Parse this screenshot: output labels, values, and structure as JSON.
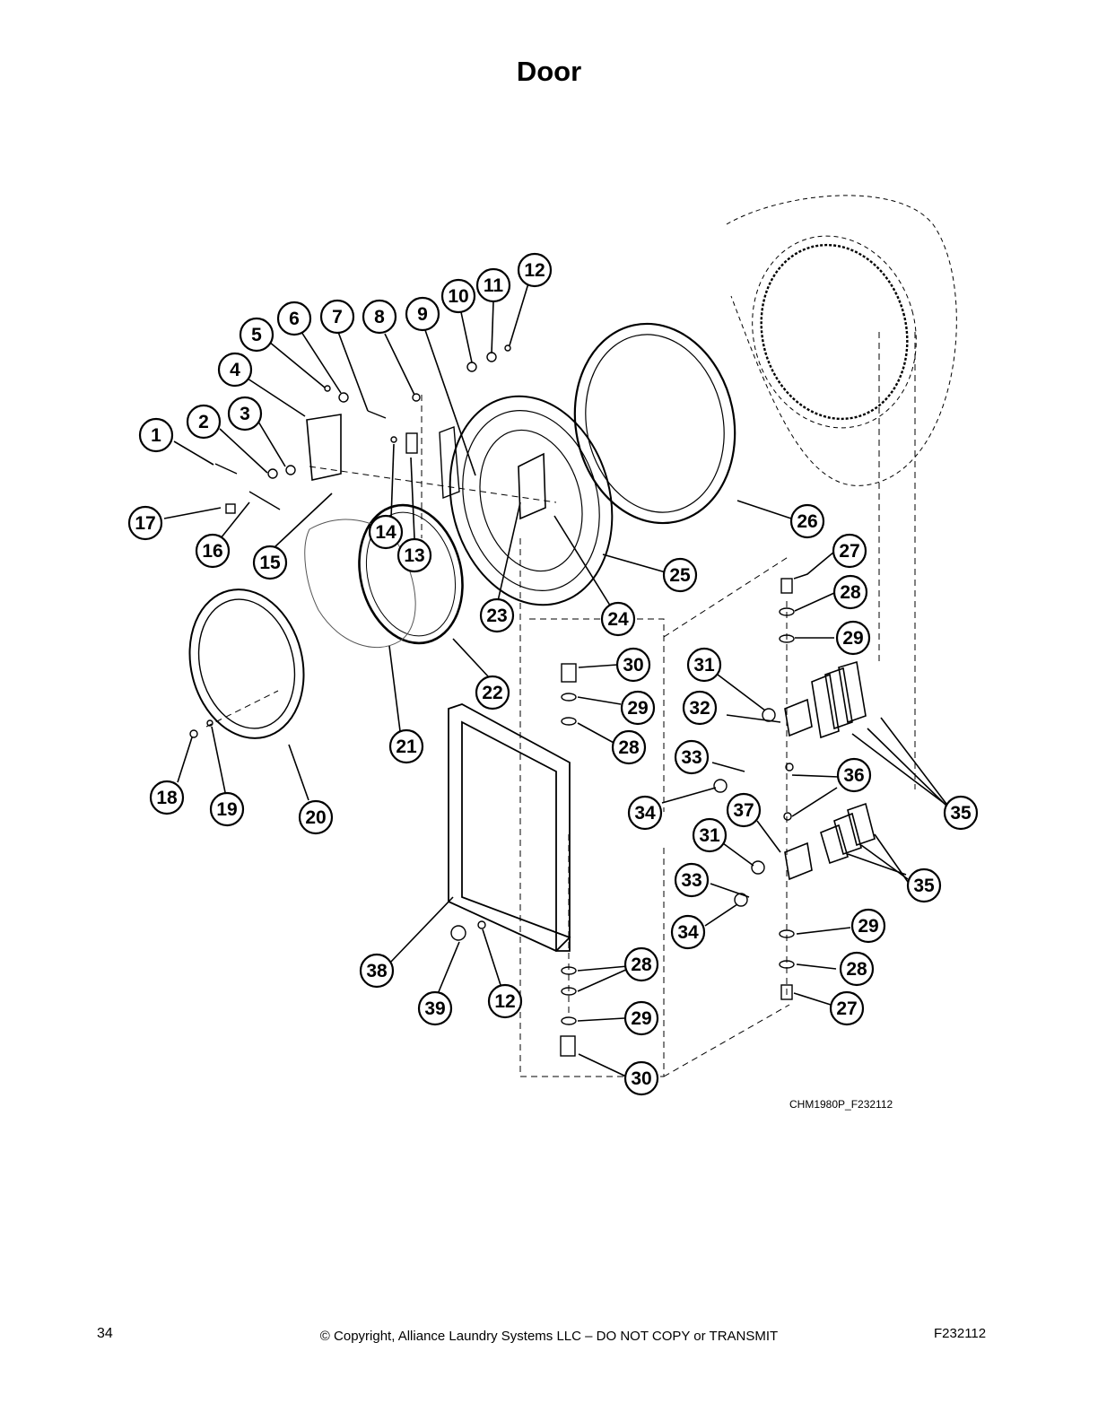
{
  "page": {
    "title": "Door",
    "drawing_code": "CHM1980P_F232112",
    "page_number": "34",
    "copyright": "© Copyright, Alliance Laundry Systems LLC – DO NOT COPY or TRANSMIT",
    "doc_code": "F232112"
  },
  "callouts": [
    "1",
    "2",
    "3",
    "4",
    "5",
    "6",
    "7",
    "8",
    "9",
    "10",
    "11",
    "12",
    "13",
    "14",
    "15",
    "16",
    "17",
    "18",
    "19",
    "20",
    "21",
    "22",
    "23",
    "24",
    "25",
    "26",
    "27",
    "28",
    "29",
    "30",
    "31",
    "32",
    "33",
    "34",
    "35",
    "36",
    "37",
    "38",
    "39",
    "12",
    "28",
    "29",
    "30",
    "27",
    "28",
    "29",
    "31",
    "33",
    "34",
    "35",
    "28",
    "28",
    "29",
    "30",
    "27"
  ]
}
